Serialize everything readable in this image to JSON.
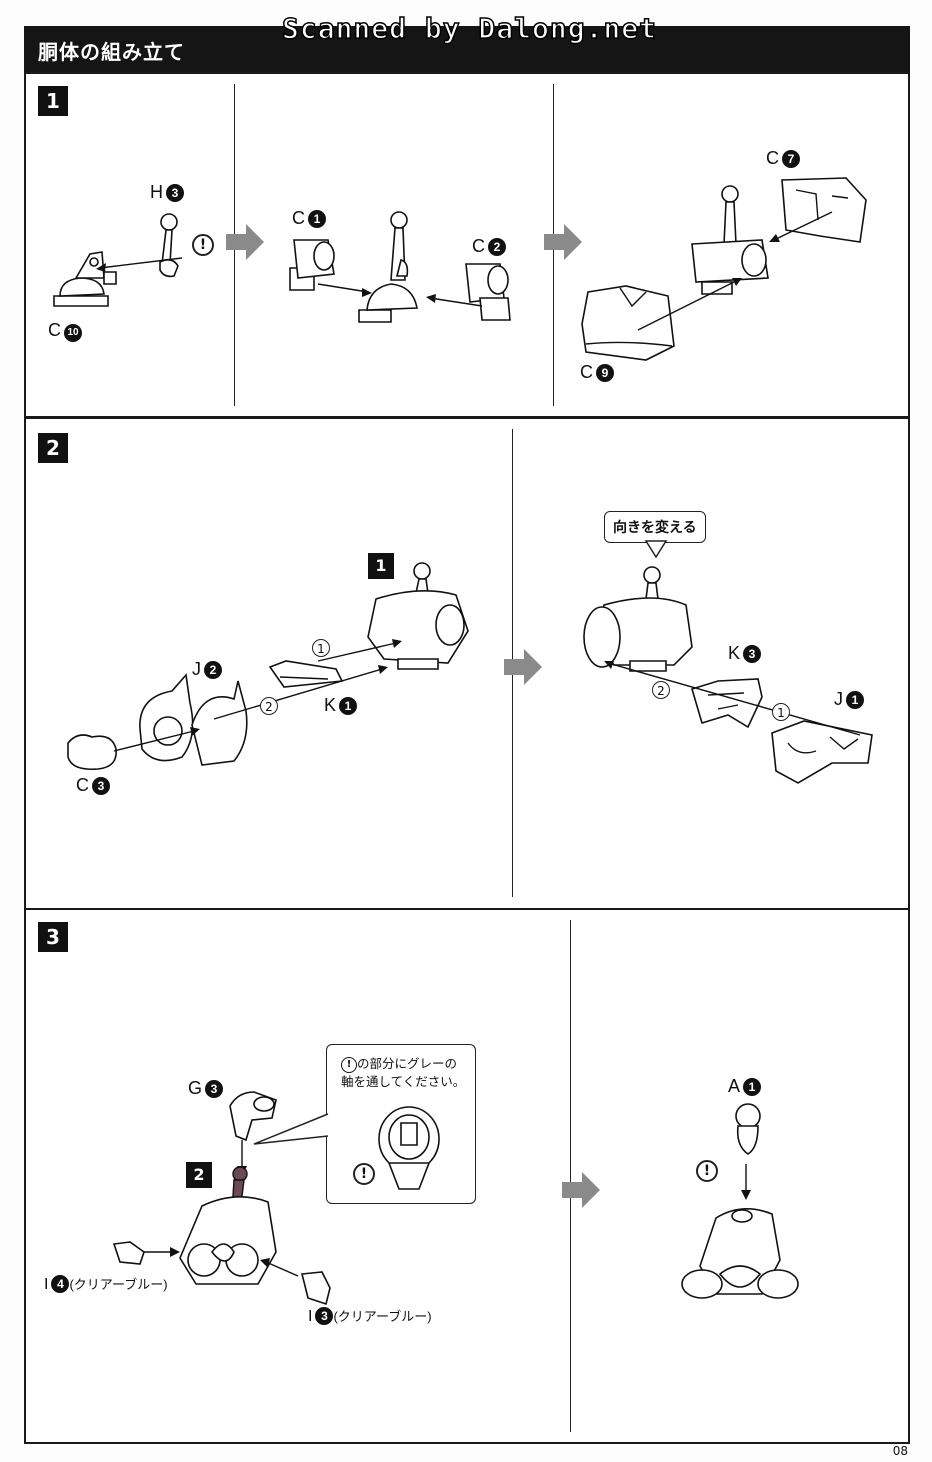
{
  "header": {
    "title": "胴体の組み立て",
    "watermark": "Scanned by Dalong.net"
  },
  "steps": {
    "s1": {
      "number": "1"
    },
    "s2": {
      "number": "2"
    },
    "s3": {
      "number": "3"
    }
  },
  "labels": {
    "h3": {
      "letter": "H",
      "num": "3"
    },
    "c10": {
      "letter": "C",
      "num": "10"
    },
    "c1": {
      "letter": "C",
      "num": "1"
    },
    "c2": {
      "letter": "C",
      "num": "2"
    },
    "c7": {
      "letter": "C",
      "num": "7"
    },
    "c9": {
      "letter": "C",
      "num": "9"
    },
    "j2": {
      "letter": "J",
      "num": "2"
    },
    "k1": {
      "letter": "K",
      "num": "1"
    },
    "c3": {
      "letter": "C",
      "num": "3"
    },
    "k3": {
      "letter": "K",
      "num": "3"
    },
    "j1": {
      "letter": "J",
      "num": "1"
    },
    "g3": {
      "letter": "G",
      "num": "3"
    },
    "i4": {
      "letter": "I",
      "num": "4",
      "suffix": "(クリアーブルー)"
    },
    "i3": {
      "letter": "I",
      "num": "3",
      "suffix": "(クリアーブルー)"
    },
    "a1": {
      "letter": "A",
      "num": "1"
    }
  },
  "sub_refs": {
    "step2_ref": "1",
    "step3_ref": "2"
  },
  "sequence": {
    "one": "1",
    "two": "2"
  },
  "warning_glyph": "!",
  "notes": {
    "turn_around": "向きを変える",
    "callout_line1": "の部分にグレーの",
    "callout_line2": "軸を通してください。",
    "callout_mark": "!"
  },
  "page_number": "08",
  "colors": {
    "ink": "#111111",
    "arrow_gray": "#8a8a8a",
    "header_bg": "#151515"
  }
}
